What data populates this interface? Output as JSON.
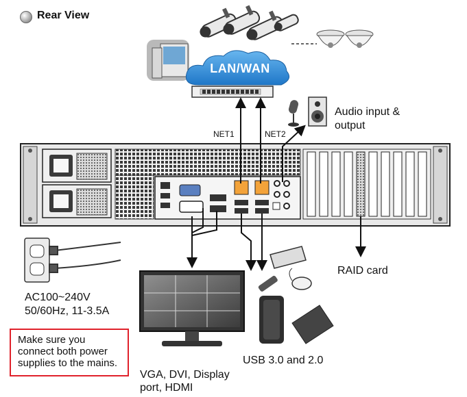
{
  "title": "Rear View",
  "cloud_label": "LAN/WAN",
  "net1": "NET1",
  "net2": "NET2",
  "audio": [
    "Audio input &",
    "output"
  ],
  "raid": "RAID card",
  "power": [
    "AC100~240V",
    "50/60Hz, 11-3.5A"
  ],
  "warning": [
    "Make sure you",
    "connect both power",
    "supplies to the mains."
  ],
  "usb": "USB 3.0 and 2.0",
  "video": [
    "VGA, DVI, Display",
    "port, HDMI"
  ],
  "colors": {
    "cloud": "#2a8bd8",
    "warning_border": "#e0202a",
    "port_orange": "#f3a33a",
    "chassis": "#2a2a2a"
  }
}
